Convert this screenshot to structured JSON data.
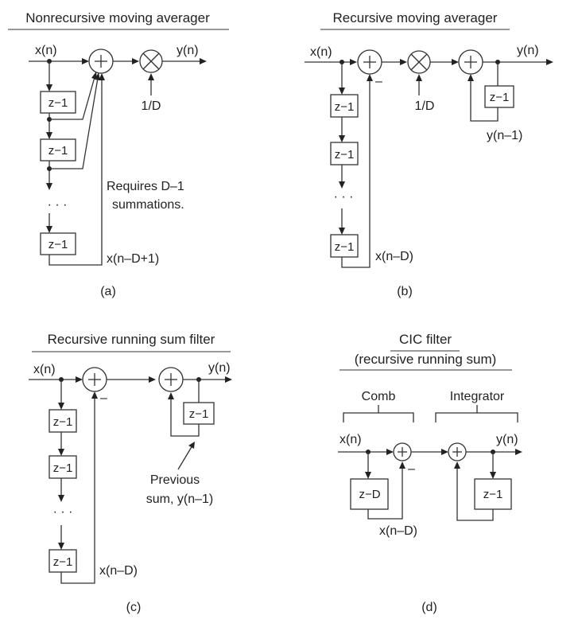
{
  "panel_a": {
    "title": "Nonrecursive moving averager",
    "input": "x(n)",
    "output": "y(n)",
    "gain": "1/D",
    "delay": "z−1",
    "dots": "· · ·",
    "note_line1": "Requires D–1",
    "note_line2": "summations.",
    "tap_label": "x(n–D+1)",
    "caption": "(a)"
  },
  "panel_b": {
    "title": "Recursive moving averager",
    "input": "x(n)",
    "output": "y(n)",
    "gain": "1/D",
    "delay": "z−1",
    "dots": "· · ·",
    "minus": "–",
    "feedback_label": "y(n–1)",
    "tap_label": "x(n–D)",
    "caption": "(b)"
  },
  "panel_c": {
    "title": "Recursive running sum filter",
    "input": "x(n)",
    "output": "y(n)",
    "delay": "z−1",
    "dots": "· · ·",
    "minus": "–",
    "prev_line1": "Previous",
    "prev_line2": "sum, y(n–1)",
    "tap_label": "x(n–D)",
    "caption": "(c)"
  },
  "panel_d": {
    "title_line1": "CIC filter",
    "title_line2": "(recursive running sum)",
    "comb_label": "Comb",
    "integrator_label": "Integrator",
    "input": "x(n)",
    "output": "y(n)",
    "delay_d": "z−D",
    "delay": "z−1",
    "minus": "–",
    "tap_label": "x(n–D)",
    "caption": "(d)"
  }
}
